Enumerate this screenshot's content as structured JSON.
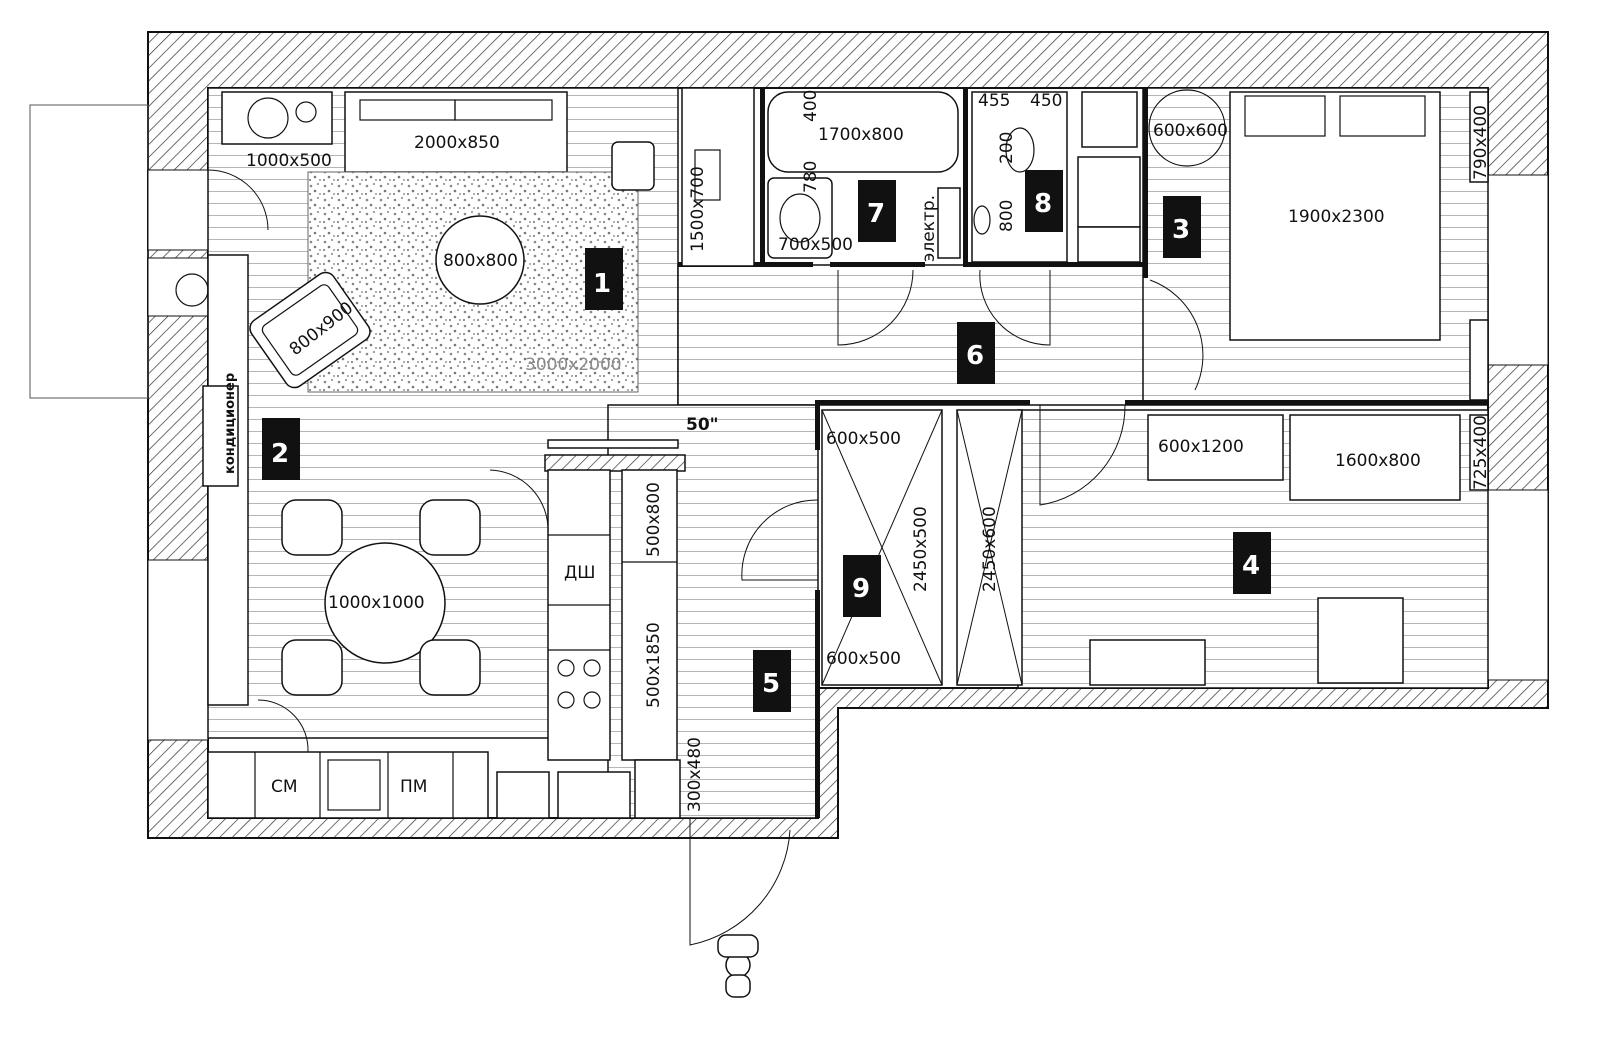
{
  "room_numbers": {
    "r1": "1",
    "r2": "2",
    "r3": "3",
    "r4": "4",
    "r5": "5",
    "r6": "6",
    "r7": "7",
    "r8": "8",
    "r9": "9"
  },
  "dimensions": {
    "plant_stand": "1000x500",
    "sofa": "2000x850",
    "coffee_table": "800x800",
    "rug": "3000x2000",
    "armchair": "800x900",
    "desk": "1500x700",
    "bathtub": "1700x800",
    "bath_400": "400",
    "bath_780": "780",
    "bath_sink": "700x500",
    "wc_455": "455",
    "wc_450": "450",
    "wc_200": "200",
    "wc_800": "800",
    "nightstand": "600x600",
    "bed": "1900x2300",
    "bedroom_wardrobe": "790x400",
    "tv": "50\"",
    "dining_table": "1000x1000",
    "kitchen_col_1": "500x800",
    "kitchen_col_2": "500x1850",
    "kitchen_col_3": "300x480",
    "closet_top": "600x500",
    "closet_bottom": "600x500",
    "closet_wardrobe_1": "2450x500",
    "closet_wardrobe_2": "2450x600",
    "kids_bed": "600x1200",
    "kids_bed_2": "1600x800",
    "kids_wardrobe": "725x400"
  },
  "labels": {
    "air_conditioner": "кондиционер",
    "electric": "электр.",
    "dishwasher": "ДШ",
    "washing_machine": "СМ",
    "dishwasher_2": "ПМ"
  }
}
